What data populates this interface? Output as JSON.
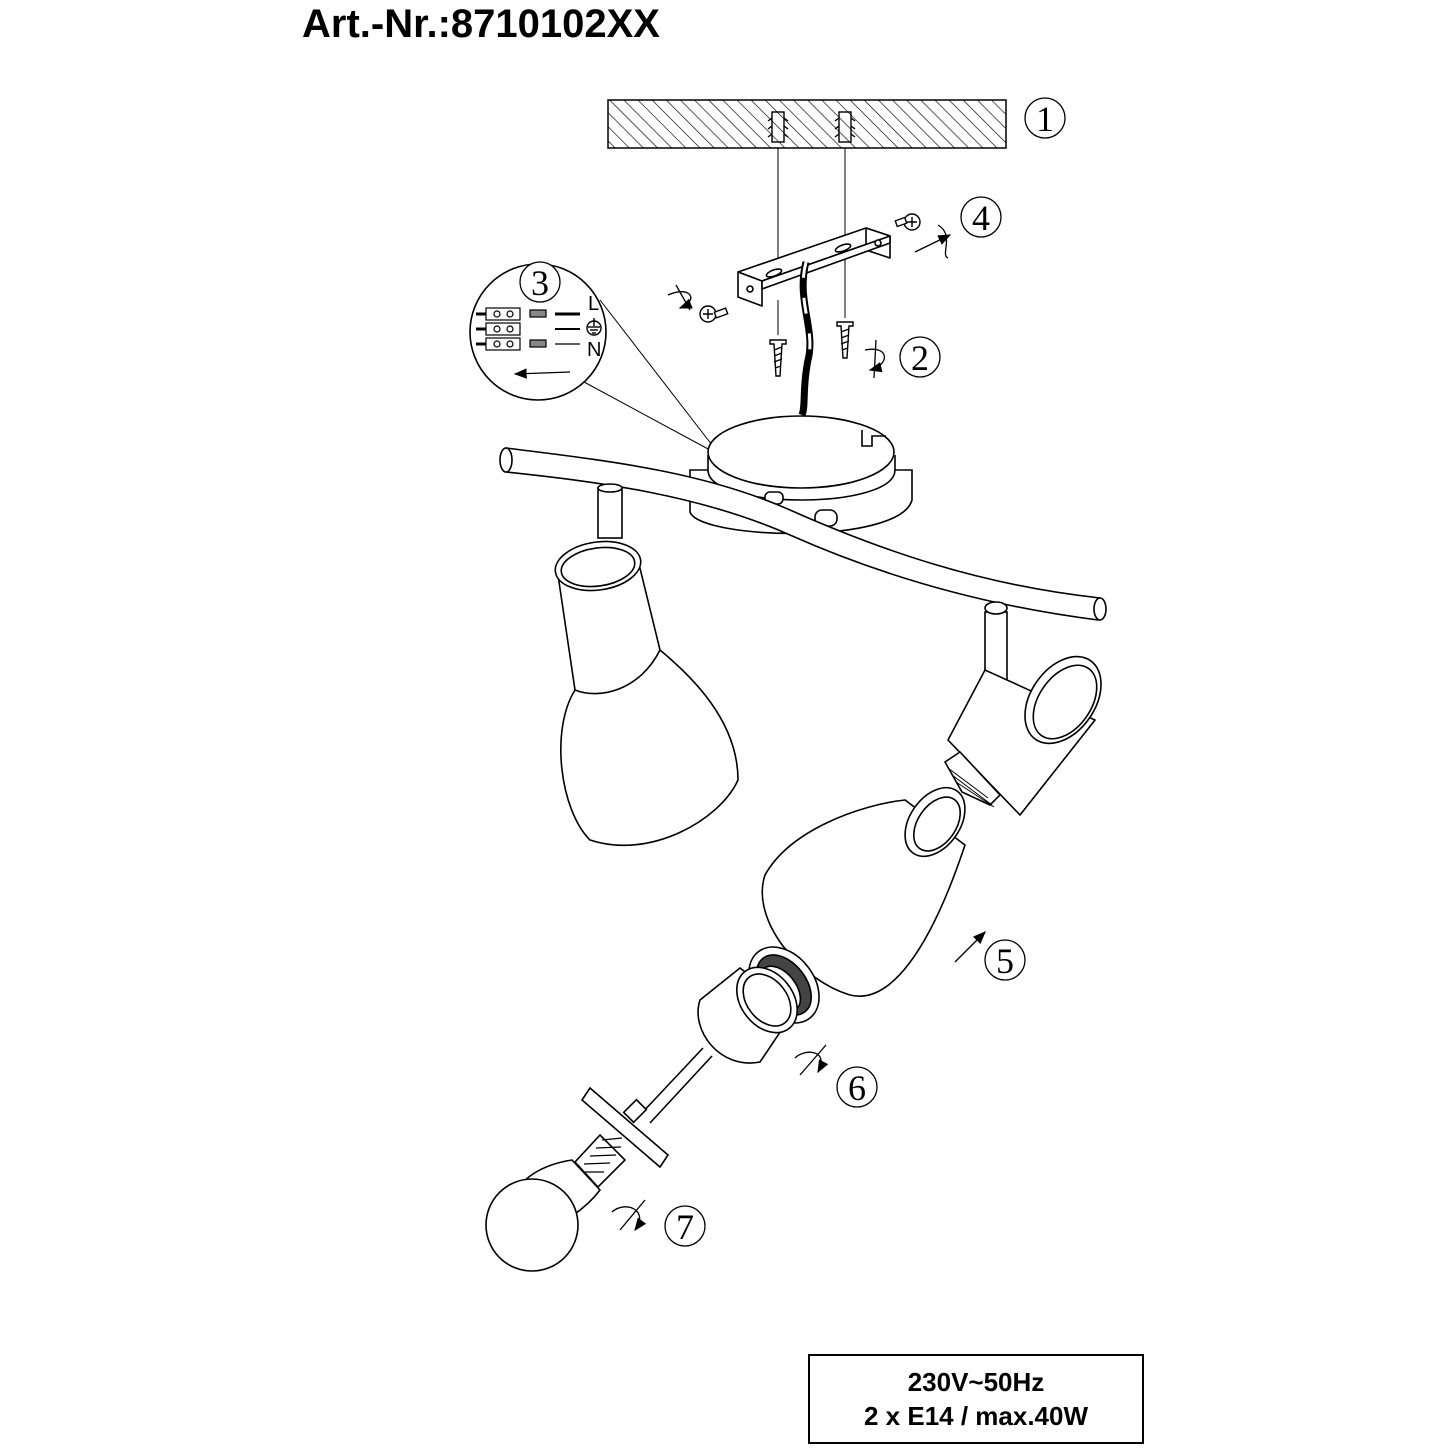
{
  "header": {
    "article_number": "Art.-Nr.:8710102XX"
  },
  "steps": [
    {
      "number": "1",
      "part": "ceiling-mounting"
    },
    {
      "number": "2",
      "part": "mounting-screws"
    },
    {
      "number": "3",
      "part": "wiring-terminal"
    },
    {
      "number": "4",
      "part": "bracket-screw"
    },
    {
      "number": "5",
      "part": "glass-shade"
    },
    {
      "number": "6",
      "part": "shade-ring"
    },
    {
      "number": "7",
      "part": "bulb"
    }
  ],
  "wiring": {
    "live": "L",
    "neutral": "N",
    "earth_icon": "earth-ground-icon"
  },
  "specs": {
    "voltage": "230V~50Hz",
    "bulbs": "2 x E14 / max.40W"
  }
}
